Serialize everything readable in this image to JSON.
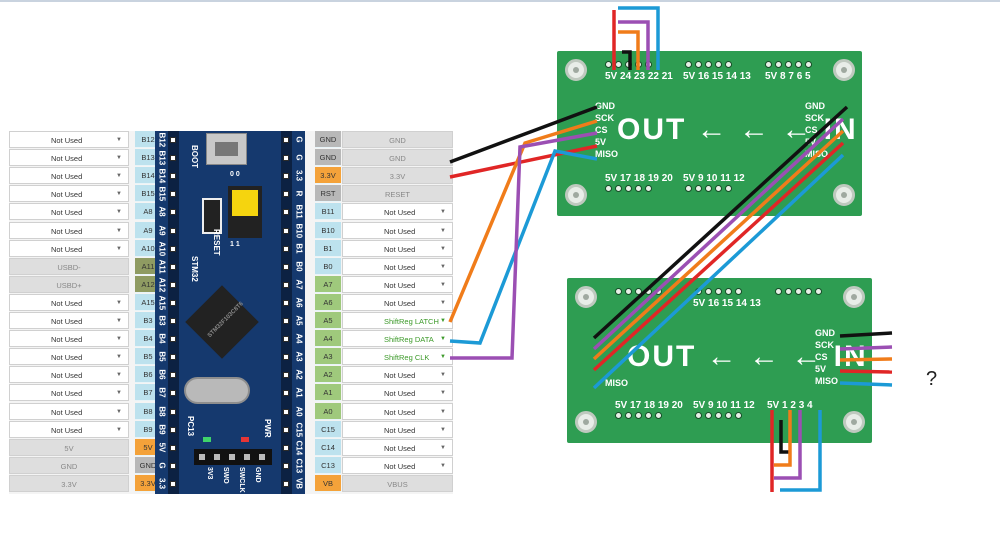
{
  "left_pins": [
    {
      "select": "Not Used",
      "pin": "B12",
      "style": "normal"
    },
    {
      "select": "Not Used",
      "pin": "B13",
      "style": "normal"
    },
    {
      "select": "Not Used",
      "pin": "B14",
      "style": "normal"
    },
    {
      "select": "Not Used",
      "pin": "B15",
      "style": "normal"
    },
    {
      "select": "Not Used",
      "pin": "A8",
      "style": "normal"
    },
    {
      "select": "Not Used",
      "pin": "A9",
      "style": "normal"
    },
    {
      "select": "Not Used",
      "pin": "A10",
      "style": "normal"
    },
    {
      "select": "USBD-",
      "pin": "A11",
      "style": "olive"
    },
    {
      "select": "USBD+",
      "pin": "A12",
      "style": "olive"
    },
    {
      "select": "Not Used",
      "pin": "A15",
      "style": "normal"
    },
    {
      "select": "Not Used",
      "pin": "B3",
      "style": "normal"
    },
    {
      "select": "Not Used",
      "pin": "B4",
      "style": "normal"
    },
    {
      "select": "Not Used",
      "pin": "B5",
      "style": "normal"
    },
    {
      "select": "Not Used",
      "pin": "B6",
      "style": "normal"
    },
    {
      "select": "Not Used",
      "pin": "B7",
      "style": "normal"
    },
    {
      "select": "Not Used",
      "pin": "B8",
      "style": "normal"
    },
    {
      "select": "Not Used",
      "pin": "B9",
      "style": "normal"
    },
    {
      "select": "5V",
      "pin": "5V",
      "style": "orange"
    },
    {
      "select": "GND",
      "pin": "GND",
      "style": "gray"
    },
    {
      "select": "3.3V",
      "pin": "3.3V",
      "style": "orange"
    }
  ],
  "right_pins": [
    {
      "pin": "GND",
      "select": "GND",
      "style": "gray"
    },
    {
      "pin": "GND",
      "select": "GND",
      "style": "gray"
    },
    {
      "pin": "3.3V",
      "select": "3.3V",
      "style": "orange"
    },
    {
      "pin": "RST",
      "select": "RESET",
      "style": "gray"
    },
    {
      "pin": "B11",
      "select": "Not Used",
      "style": "normal"
    },
    {
      "pin": "B10",
      "select": "Not Used",
      "style": "normal"
    },
    {
      "pin": "B1",
      "select": "Not Used",
      "style": "normal"
    },
    {
      "pin": "B0",
      "select": "Not Used",
      "style": "normal"
    },
    {
      "pin": "A7",
      "select": "Not Used",
      "style": "green"
    },
    {
      "pin": "A6",
      "select": "Not Used",
      "style": "green"
    },
    {
      "pin": "A5",
      "select": "ShiftReg LATCH",
      "style": "green-assigned"
    },
    {
      "pin": "A4",
      "select": "ShiftReg DATA",
      "style": "green-assigned"
    },
    {
      "pin": "A3",
      "select": "ShiftReg CLK",
      "style": "green-assigned"
    },
    {
      "pin": "A2",
      "select": "Not Used",
      "style": "green"
    },
    {
      "pin": "A1",
      "select": "Not Used",
      "style": "green"
    },
    {
      "pin": "A0",
      "select": "Not Used",
      "style": "green"
    },
    {
      "pin": "C15",
      "select": "Not Used",
      "style": "normal"
    },
    {
      "pin": "C14",
      "select": "Not Used",
      "style": "normal"
    },
    {
      "pin": "C13",
      "select": "Not Used",
      "style": "normal"
    },
    {
      "pin": "VB",
      "select": "VBUS",
      "style": "orange"
    }
  ],
  "board": {
    "left_labels": [
      "B12",
      "B13",
      "B14",
      "B15",
      "A8",
      "A9",
      "A10",
      "A11",
      "A12",
      "A15",
      "B3",
      "B4",
      "B5",
      "B6",
      "B7",
      "B8",
      "B9",
      "5V",
      "G",
      "3.3"
    ],
    "right_labels": [
      "G",
      "G",
      "3.3",
      "R",
      "B11",
      "B10",
      "B1",
      "B0",
      "A7",
      "A6",
      "A5",
      "A4",
      "A3",
      "A2",
      "A1",
      "A0",
      "C15",
      "C14",
      "C13",
      "VB"
    ],
    "model": "STM32",
    "chip_text": "STM32F103C8T6",
    "reset_label": "RESET",
    "boot_label": "BOOT",
    "jumper_top": "0  0",
    "jumper_bottom": "1  1",
    "pc13_label": "PC13",
    "pwr_label": "PWR",
    "header_labels": [
      "3V3",
      "SWO",
      "SWCLK",
      "GND"
    ]
  },
  "module_top": {
    "top_pins_left": "5V 24 23 22 21",
    "top_pins_mid": "5V 16 15 14 13",
    "top_pins_right": "5V 8 7 6 5",
    "bottom_pins_left": "5V 17 18 19 20",
    "bottom_pins_mid": "5V 9 10 11 12",
    "left_labels": [
      "GND",
      "SCK",
      "CS",
      "5V",
      "MISO"
    ],
    "right_labels": [
      "GND",
      "SCK",
      "CS",
      "5V",
      "MISO"
    ],
    "title": "OUT ← ← ← IN"
  },
  "module_bottom": {
    "top_pins_left": "",
    "top_pins_mid": "5V 16 15 14 13",
    "top_pins_right": "",
    "bottom_pins_left": "5V 17 18 19 20",
    "bottom_pins_mid": "5V 9 10 11 12",
    "bottom_pins_right": "5V 1 2 3 4",
    "left_labels": [
      "MISO"
    ],
    "right_labels": [
      "GND",
      "SCK",
      "CS",
      "5V",
      "MISO"
    ],
    "title": "OUT ← ← ← IN"
  },
  "question_mark": "?",
  "colors": {
    "black": "#111111",
    "purple": "#9b4fb3",
    "orange": "#f07c1a",
    "red": "#e02626",
    "blue": "#1c9ad6",
    "board_blue": "#15396e",
    "pcb_green": "#2e9d52",
    "pin_cyan": "#bde2ee"
  }
}
